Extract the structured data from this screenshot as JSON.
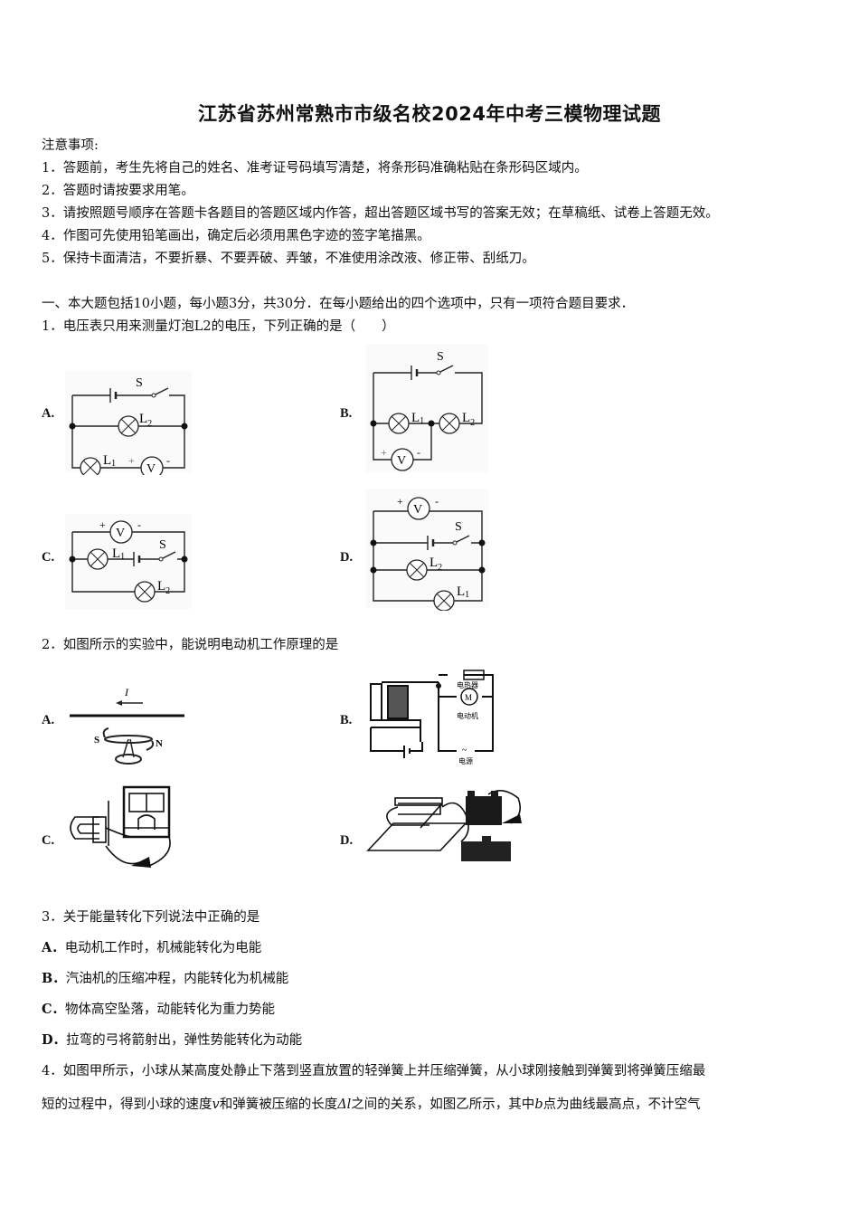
{
  "title": "江苏省苏州常熟市市级名校2024年中考三模物理试题",
  "notice": {
    "heading": "注意事项:",
    "items": [
      "1．答题前，考生先将自己的姓名、准考证号码填写清楚，将条形码准确粘贴在条形码区域内。",
      "2．答题时请按要求用笔。",
      "3．请按照题号顺序在答题卡各题目的答题区域内作答，超出答题区域书写的答案无效；在草稿纸、试卷上答题无效。",
      "4．作图可先使用铅笔画出，确定后必须用黑色字迹的签字笔描黑。",
      "5．保持卡面清洁，不要折暴、不要弄破、弄皱，不准使用涂改液、修正带、刮纸刀。"
    ]
  },
  "section": {
    "heading": "一、本大题包括10小题，每小题3分，共30分．在每小题给出的四个选项中，只有一项符合题目要求．"
  },
  "questions": [
    {
      "stem": "1．电压表只用来测量灯泡L2的电压，下列正确的是（　　）",
      "options": [
        {
          "label": "A.",
          "figure": "circuit-a"
        },
        {
          "label": "B.",
          "figure": "circuit-b"
        },
        {
          "label": "C.",
          "figure": "circuit-c"
        },
        {
          "label": "D.",
          "figure": "circuit-d"
        }
      ],
      "circuit_labels": {
        "switch": "S",
        "lamp1": "L",
        "lamp1_sub": "1",
        "lamp2": "L",
        "lamp2_sub": "2",
        "voltmeter": "V",
        "plus": "+",
        "minus": "-"
      }
    },
    {
      "stem": "2．如图所示的实验中，能说明电动机工作原理的是",
      "options": [
        {
          "label": "A.",
          "figure": "oersted-experiment",
          "current_label": "I",
          "s_label": "S",
          "n_label": "N"
        },
        {
          "label": "B.",
          "figure": "electromagnetic-relay",
          "heater_label": "电热器",
          "motor_label": "电动机",
          "motor_symbol": "M",
          "power_label": "电源",
          "ac_symbol": "~"
        },
        {
          "label": "C.",
          "figure": "induction-galvanometer"
        },
        {
          "label": "D.",
          "figure": "motor-principle"
        }
      ]
    },
    {
      "stem": "3．关于能量转化下列说法中正确的是",
      "options": [
        {
          "label": "A．",
          "text": "电动机工作时，机械能转化为电能"
        },
        {
          "label": "B．",
          "text": "汽油机的压缩冲程，内能转化为机械能"
        },
        {
          "label": "C．",
          "text": "物体高空坠落，动能转化为重力势能"
        },
        {
          "label": "D．",
          "text": "拉弯的弓将箭射出，弹性势能转化为动能"
        }
      ]
    },
    {
      "stem_line1": "4．如图甲所示，小球从某高度处静止下落到竖直放置的轻弹簧上并压缩弹簧，从小球刚接触到弹簧到将弹簧压缩最",
      "stem_line2_a": "短的过程中，得到小球的速度",
      "stem_line2_v": "v",
      "stem_line2_b": "和弹簧被压缩的长度",
      "stem_line2_dl": "Δl",
      "stem_line2_c": "之间的关系，如图乙所示，其中",
      "stem_line2_bpt": "b",
      "stem_line2_d": "点为曲线最高点，不计空气"
    }
  ]
}
